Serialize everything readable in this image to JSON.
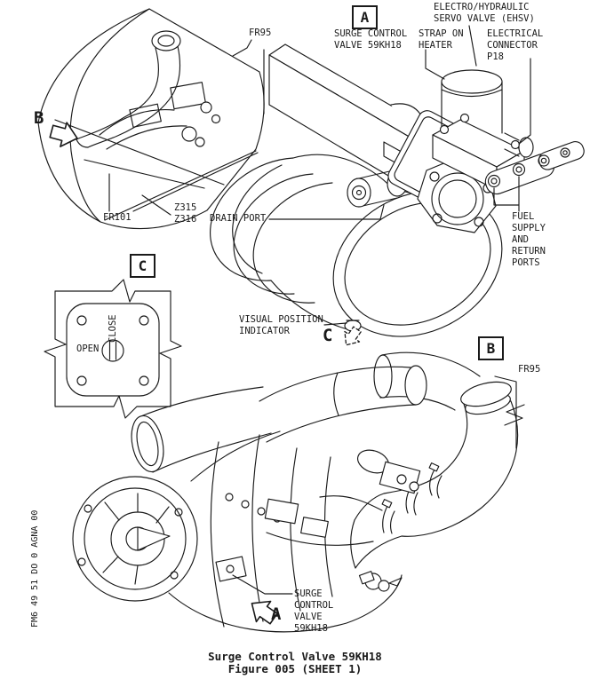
{
  "page": {
    "background": "#ffffff",
    "ink": "#1a1a1a"
  },
  "stamp_code": "FM6 49 51 DO 0 AGNA 00",
  "caption": {
    "title": "Surge Control Valve 59KH18",
    "figure": "Figure 005 (SHEET 1)"
  },
  "detail_markers": {
    "a_box": "A",
    "b_box": "B",
    "c_box": "C",
    "a_arrow_letter": "A",
    "b_arrow_letter": "B",
    "c_arrow_letter": "C"
  },
  "labels": {
    "ehsv": "ELECTRO/HYDRAULIC\nSERVO VALVE (EHSV)",
    "surge_valve_a": "SURGE CONTROL\nVALVE 59KH18",
    "strap_on_heater": "STRAP ON\nHEATER",
    "electrical_connector": "ELECTRICAL\nCONNECTOR\nP18",
    "fr95_top": "FR95",
    "fr95_bottom": "FR95",
    "fr101": "FR101",
    "zones": "Z315\nZ316",
    "drain_port": "DRAIN PORT",
    "fuel_ports": "FUEL\nSUPPLY\nAND\nRETURN\nPORTS",
    "visual_position_indicator": "VISUAL POSITION\nINDICATOR",
    "open": "OPEN",
    "close": "CLOSE",
    "surge_valve_b": "SURGE\nCONTROL\nVALVE\n59KH18"
  }
}
